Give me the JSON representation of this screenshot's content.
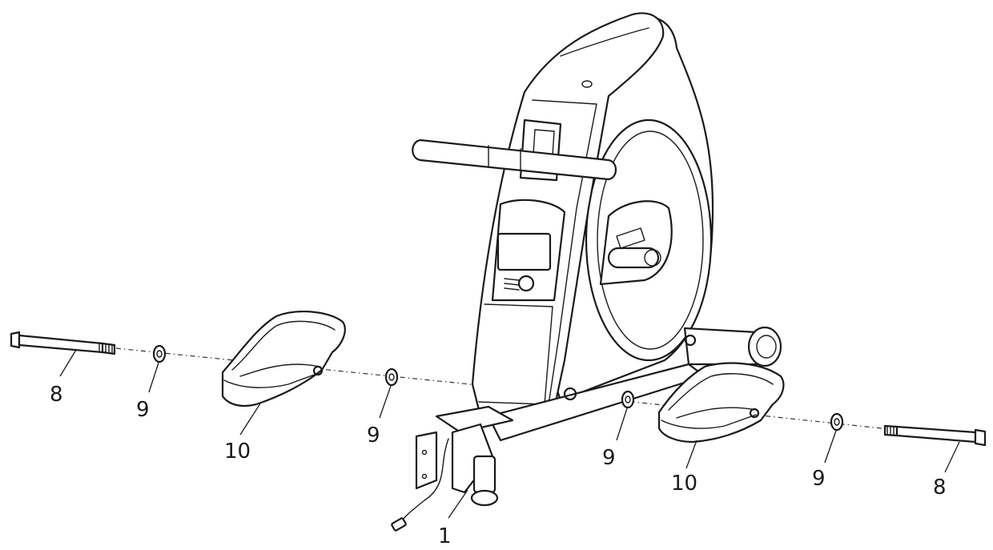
{
  "diagram": {
    "parts": {
      "bolt_left": {
        "label": "8"
      },
      "washer_1": {
        "label": "9"
      },
      "foot_left": {
        "label": "10"
      },
      "washer_2": {
        "label": "9"
      },
      "frame": {
        "label": "1"
      },
      "washer_3": {
        "label": "9"
      },
      "foot_right": {
        "label": "10"
      },
      "washer_4": {
        "label": "9"
      },
      "bolt_right": {
        "label": "8"
      }
    }
  }
}
